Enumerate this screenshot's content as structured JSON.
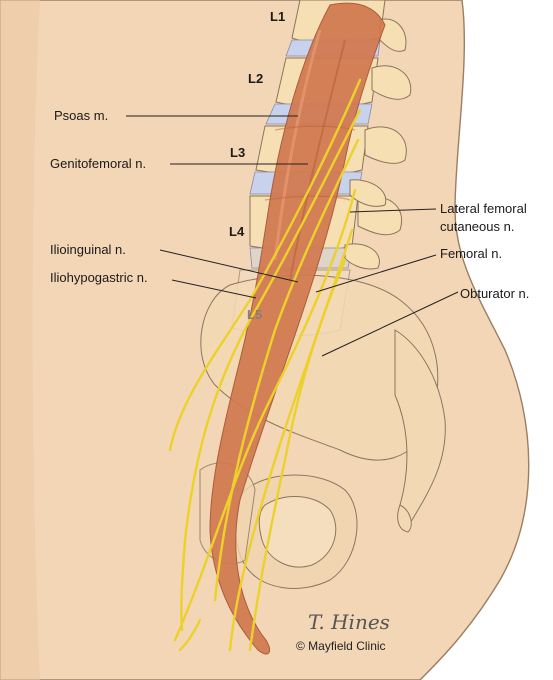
{
  "labels": {
    "psoas": "Psoas m.",
    "genitofemoral": "Genitofemoral n.",
    "ilioinguinal": "Ilioinguinal n.",
    "iliohypogastric": "Iliohypogastric n.",
    "lateral_femoral_1": "Lateral femoral",
    "lateral_femoral_2": "cutaneous n.",
    "femoral": "Femoral n.",
    "obturator": "Obturator n."
  },
  "vertebrae": [
    "L1",
    "L2",
    "L3",
    "L4",
    "L5"
  ],
  "credit": "© Mayfield Clinic",
  "signature": "T. Hines",
  "colors": {
    "skin": "#f3d6b6",
    "muscle": "#d2794f",
    "bone": "#f6dfb2",
    "disc": "#c9d2ec",
    "nerve": "#ecd12b"
  }
}
